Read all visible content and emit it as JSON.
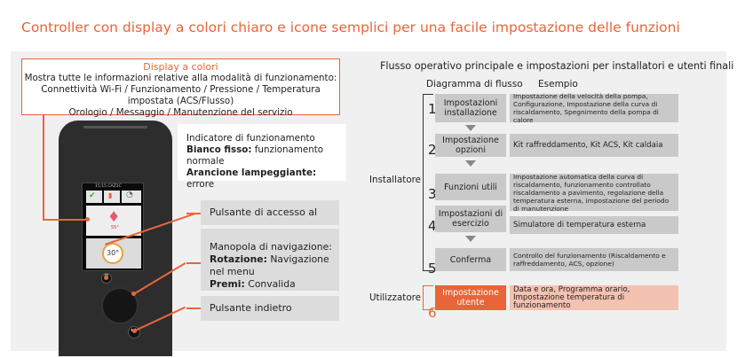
{
  "title": "Controller con display a colori chiaro e icone semplici per una facile impostazione delle funzioni",
  "display": {
    "title": "Display a colori",
    "lines": [
      "Mostra tutte le informazioni relative alla modalità di funzionamento:",
      "Connettività Wi-Fi / Funzionamento / Pressione / Temperatura",
      "impostata (ACS/Flusso)",
      "Orologio / Messaggio / Manutenzione del servizio"
    ]
  },
  "indicator": {
    "title": "Indicatore di funzionamento",
    "white_bold": "Bianco fisso:",
    "white_text": " funzionamento normale",
    "orange_bold": "Arancione lampeggiante:",
    "orange_text": " errore"
  },
  "menu_button_label": "Pulsante di accesso al menu",
  "knob": {
    "title": "Manopola di navigazione:",
    "rotation_bold": "Rotazione:",
    "rotation_text": " Navigazione nel menu",
    "press_bold": "Premi:",
    "press_text": " Convalida"
  },
  "back_button_label": "Pulsante indietro",
  "screen": {
    "top_bar": "15:15   CAZ1C",
    "temp": "30°",
    "set": "55°"
  },
  "flow": {
    "title": "Flusso operativo principale e impostazioni per installatori e utenti finali",
    "col_flow": "Diagramma di flusso",
    "col_example": "Esempio",
    "group_installer": "Installatore",
    "group_user": "Utilizzatore",
    "steps": [
      {
        "num": "1",
        "label": "Impostazioni installazione",
        "example": "Impostazione della velocità della pompa, Configurazione, Impostazione della curva di riscaldamento, Spegnimento della pompa di calore"
      },
      {
        "num": "2",
        "label": "Impostazione opzioni",
        "example": "Kit raffreddamento, Kit ACS, Kit caldaia"
      },
      {
        "num": "3",
        "label": "Funzioni utili",
        "example": "Impostazione automatica della curva di riscaldamento, funzionamento controllato riscaldamento a pavimento, regolazione della temperatura esterna, impostazione del periodo di manutenzione"
      },
      {
        "num": "4",
        "label": "Impostazioni di esercizio",
        "example": "Simulatore di temperatura esterna"
      },
      {
        "num": "5",
        "label": "Conferma",
        "example": "Controllo del funzionamento (Riscaldamento e raffreddamento, ACS, opzione)"
      },
      {
        "num": "6",
        "label": "Impostazione utente",
        "example": "Data e ora, Programma orario, Impostazione temperatura di funzionamento"
      }
    ]
  },
  "colors": {
    "accent": "#e8653a",
    "panel": "#f0f0f0",
    "step_gray": "#c9c9c9",
    "user_example": "#f4c2b1"
  }
}
